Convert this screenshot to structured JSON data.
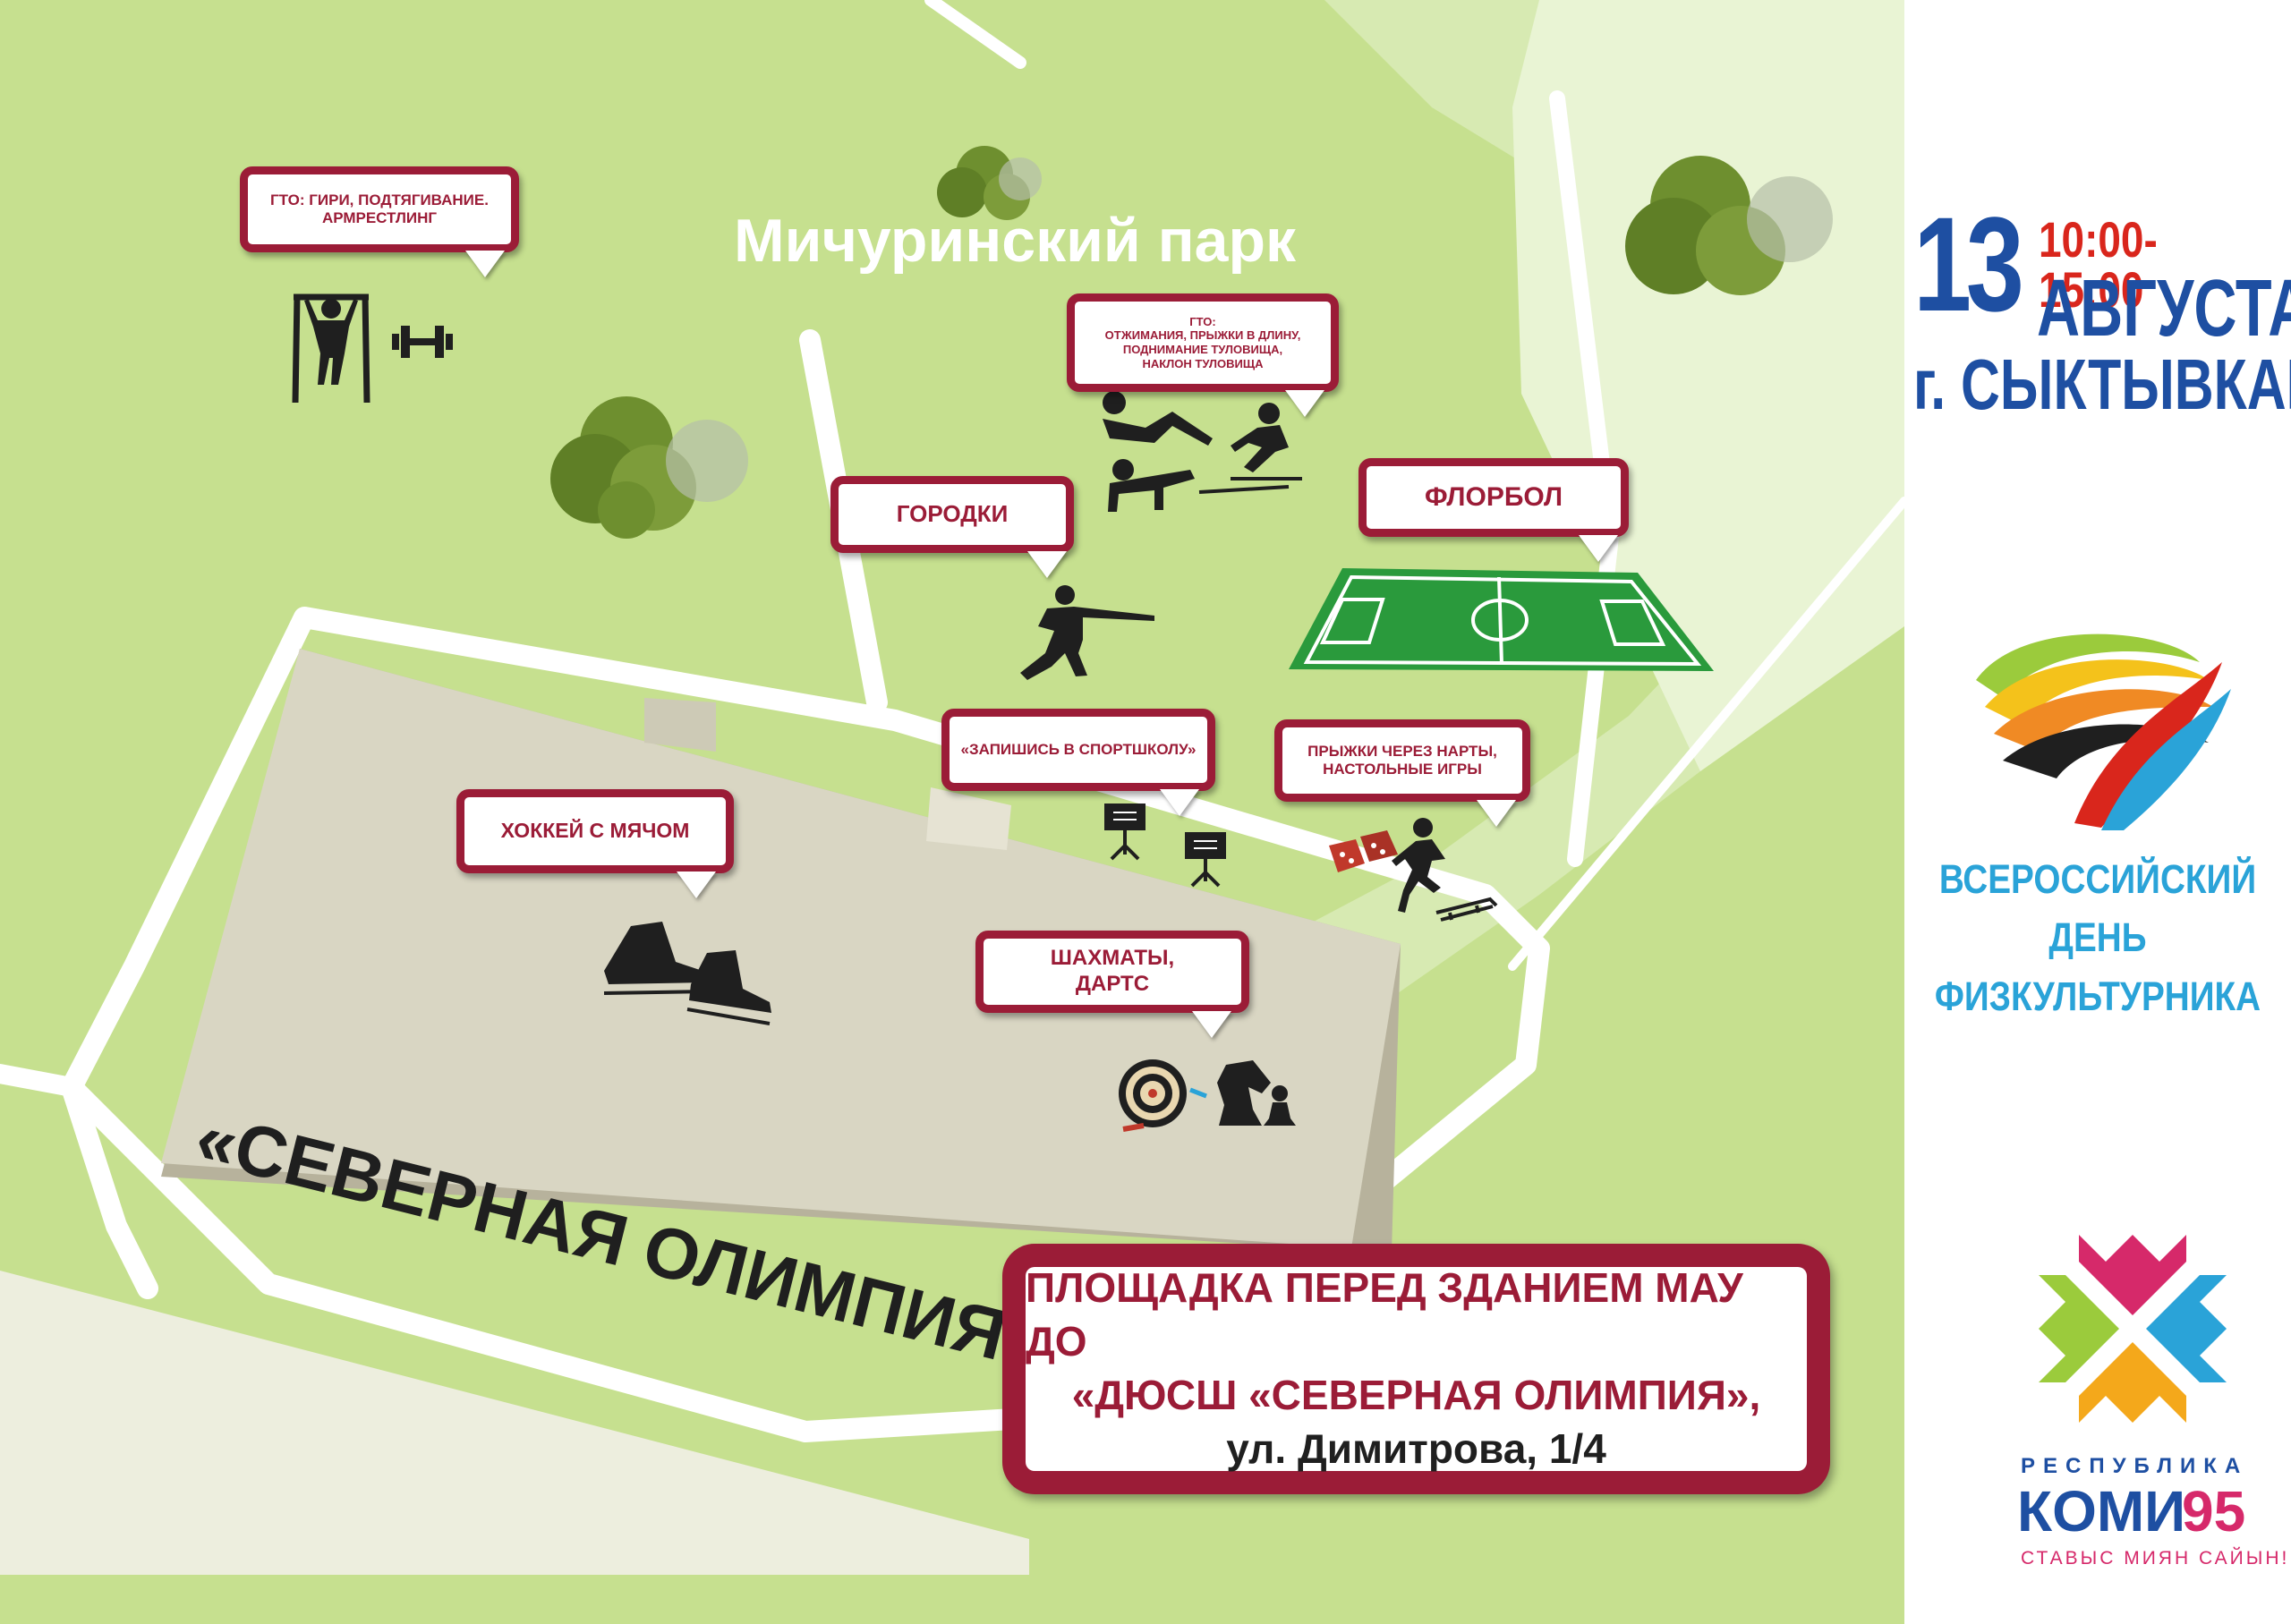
{
  "map": {
    "park_label": "Мичуринский парк",
    "building_label": "«СЕВЕРНАЯ ОЛИМПИЯ»",
    "address": {
      "line1": "ПЛОЩАДКА ПЕРЕД ЗДАНИЕМ МАУ ДО",
      "line2": "«ДЮСШ «СЕВЕРНАЯ ОЛИМПИЯ»,",
      "line3": "ул. Димитрова, 1/4"
    },
    "callouts": [
      {
        "id": "gto-weights",
        "label": "ГТО: ГИРИ, ПОДТЯГИВАНИЕ.\nАРМРЕСТЛИНГ"
      },
      {
        "id": "gto-pushups",
        "label": "ГТО:\nОТЖИМАНИЯ, ПРЫЖКИ В ДЛИНУ,\nПОДНИМАНИЕ ТУЛОВИЩА,\nНАКЛОН ТУЛОВИЩА"
      },
      {
        "id": "gorodki",
        "label": "ГОРОДКИ"
      },
      {
        "id": "floorball",
        "label": "ФЛОРБОЛ"
      },
      {
        "id": "sport-school",
        "label": "«ЗАПИШИСЬ В СПОРТШКОЛУ»"
      },
      {
        "id": "narty-jumps",
        "label": "ПРЫЖКИ ЧЕРЕЗ НАРТЫ,\nНАСТОЛЬНЫЕ ИГРЫ"
      },
      {
        "id": "ball-hockey",
        "label": "ХОККЕЙ С МЯЧОМ"
      },
      {
        "id": "chess-darts",
        "label": "ШАХМАТЫ,\nДАРТС"
      }
    ]
  },
  "side": {
    "day": "13",
    "time": "10:00-15:00",
    "month": "АВГУСТА",
    "city": "г. СЫКТЫВКАР",
    "event_name": "ВСЕРОССИЙСКИЙ\nДЕНЬ\nФИЗКУЛЬТУРНИКА",
    "republic_label": "РЕСПУБЛИКА",
    "komi_label": "КОМИ",
    "anniversary": "95",
    "slogan": "СТАВЫС МИЯН САЙЫН!"
  },
  "colors": {
    "grass": "#c6e08f",
    "light_grass": "#e9f4d4",
    "path": "#ffffff",
    "building": "#d9d6c3",
    "accent": "#9b1c37",
    "blue": "#1e4fa2",
    "red": "#d9261c",
    "cyan": "#2aa3d8",
    "pink": "#d6296a",
    "field_green": "#2a9a3c"
  },
  "icons": [
    "pullup-bar-icon",
    "dumbbell-icon",
    "tree-icon",
    "situps-icon",
    "pushup-icon",
    "long-jump-icon",
    "gorodki-thrower-icon",
    "football-field-icon",
    "music-stand-icon",
    "dice-icon",
    "jumper-icon",
    "sled-icon",
    "skates-icon",
    "dartboard-icon",
    "chess-knight-icon",
    "chess-pawn-icon",
    "festival-rings-logo",
    "komi-95-logo"
  ]
}
